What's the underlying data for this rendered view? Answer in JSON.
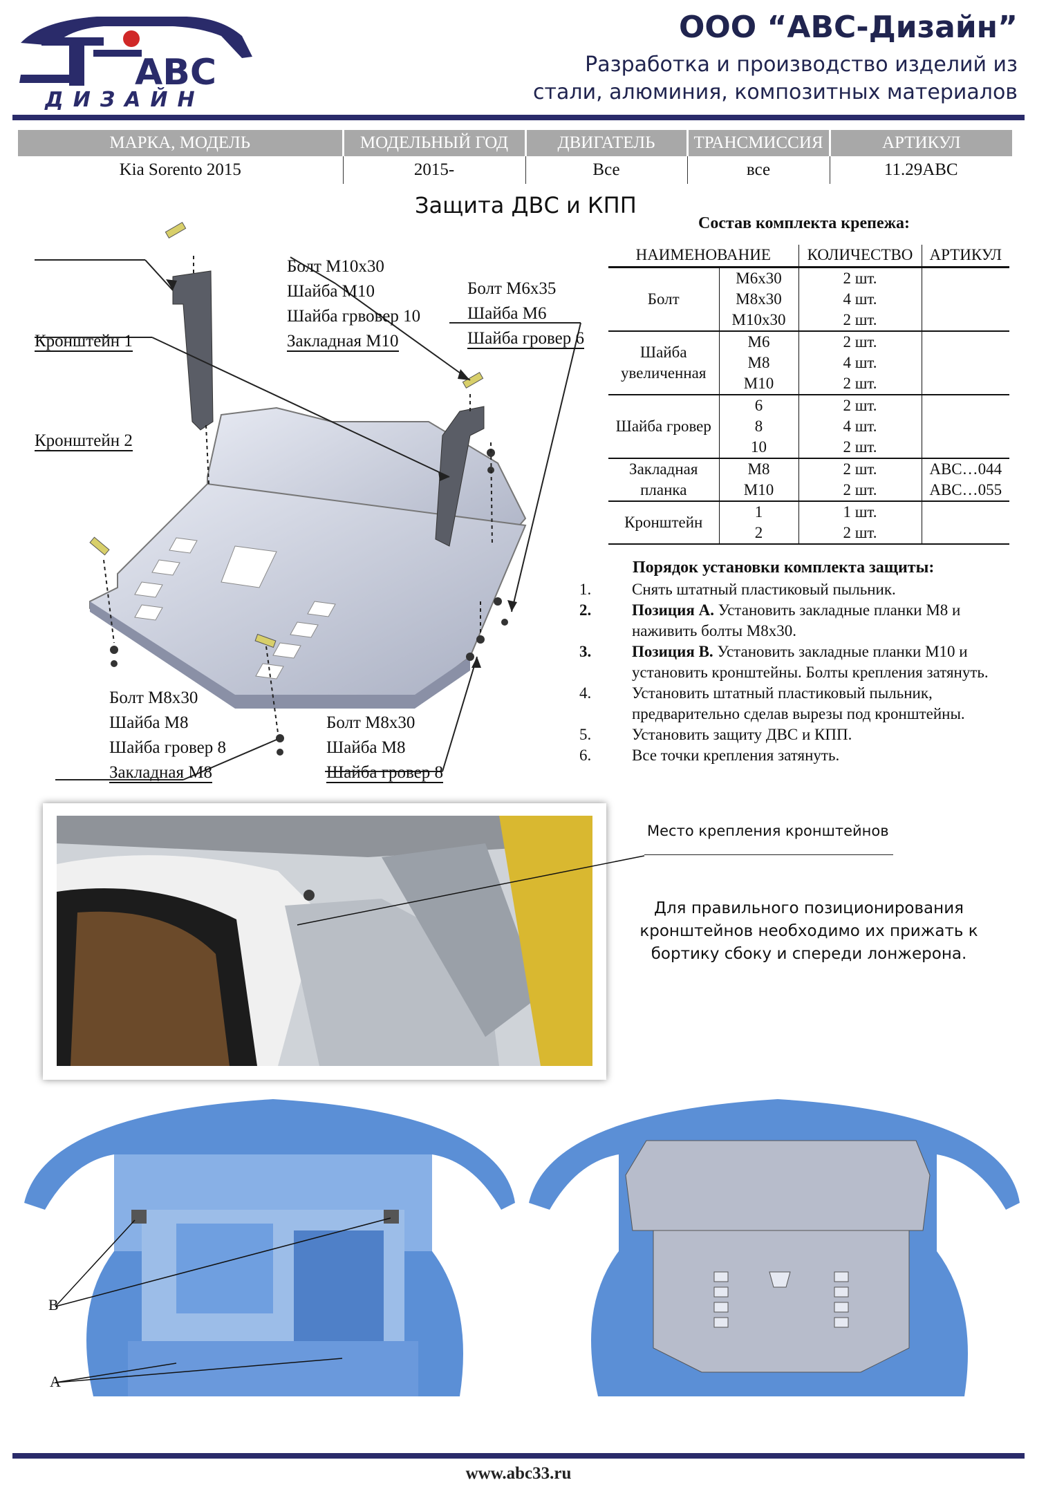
{
  "header": {
    "logo_text": "ABC",
    "logo_subtext": "ДИЗАЙН",
    "company": "ООО “АВС-Дизайн”",
    "tagline_line1": "Разработка и производство изделий из",
    "tagline_line2": "стали, алюминия, композитных материалов"
  },
  "info_table": {
    "headers": [
      "МАРКА, МОДЕЛЬ",
      "МОДЕЛЬНЫЙ ГОД",
      "ДВИГАТЕЛЬ",
      "ТРАНСМИССИЯ",
      "АРТИКУЛ"
    ],
    "row": [
      "Kia Sorento 2015",
      "2015-",
      "Все",
      "все",
      "11.29ABC"
    ]
  },
  "title": "Защита ДВС и КПП",
  "kit": {
    "title": "Состав комплекта крепежа:",
    "headers": [
      "НАИМЕНОВАНИЕ",
      "КОЛИЧЕСТВО",
      "АРТИКУЛ"
    ],
    "groups": [
      {
        "name": "Болт",
        "sizes": [
          "M6x30",
          "M8x30",
          "M10x30"
        ],
        "qty": [
          "2 шт.",
          "4 шт.",
          "2 шт."
        ],
        "article": []
      },
      {
        "name": "Шайба увеличенная",
        "sizes": [
          "M6",
          "M8",
          "M10"
        ],
        "qty": [
          "2 шт.",
          "4 шт.",
          "2 шт."
        ],
        "article": []
      },
      {
        "name": "Шайба гровер",
        "sizes": [
          "6",
          "8",
          "10"
        ],
        "qty": [
          "2 шт.",
          "4 шт.",
          "2 шт."
        ],
        "article": []
      },
      {
        "name": "Закладная планка",
        "sizes": [
          "M8",
          "M10"
        ],
        "qty": [
          "2 шт.",
          "2 шт."
        ],
        "article": [
          "ABC…044",
          "ABC…055"
        ]
      },
      {
        "name": "Кронштейн",
        "sizes": [
          "1",
          "2"
        ],
        "qty": [
          "1 шт.",
          "2 шт."
        ],
        "article": []
      }
    ]
  },
  "steps": {
    "title": "Порядок установки комплекта защиты:",
    "items": [
      {
        "num": "1.",
        "bold": "",
        "text": "Снять штатный пластиковый пыльник."
      },
      {
        "num": "2.",
        "bold": "Позиция А.",
        "text": " Установить закладные планки М8 и наживить болты М8х30."
      },
      {
        "num": "3.",
        "bold": "Позиция В.",
        "text": " Установить закладные планки М10 и установить кронштейны. Болты крепления затянуть."
      },
      {
        "num": "4.",
        "bold": "",
        "text": "Установить штатный пластиковый пыльник, предварительно сделав вырезы под кронштейны."
      },
      {
        "num": "5.",
        "bold": "",
        "text": "Установить защиту ДВС и КПП."
      },
      {
        "num": "6.",
        "bold": "",
        "text": "Все точки крепления затянуть."
      }
    ]
  },
  "diagram": {
    "bracket1": "Кронштейн 1",
    "bracket2": "Кронштейн 2",
    "group_m10": [
      "Болт М10х30",
      "Шайба М10",
      "Шайба грвовер 10",
      "Закладная М10"
    ],
    "group_m6": [
      "Болт М6х35",
      "Шайба М6",
      "Шайба гровер 6"
    ],
    "group_m8_left": [
      "Болт М8х30",
      "Шайба М8",
      "Шайба гровер 8",
      "Закладная М8"
    ],
    "group_m8_right": [
      "Болт М8х30",
      "Шайба М8",
      "Шайба гровер 8"
    ]
  },
  "photo": {
    "mount_label": "Место крепления кронштейнов",
    "note": "Для правильного позиционирования кронштейнов необходимо их прижать к бортику сбоку и спереди лонжерона."
  },
  "renders": {
    "label_b": "B",
    "label_a": "A"
  },
  "footer": {
    "url": "www.abc33.ru"
  },
  "colors": {
    "brand": "#2a2b6a",
    "header_gray": "#a8a8a8",
    "car_blue": "#5b8fd6",
    "plate_gray": "#b7bccb"
  }
}
